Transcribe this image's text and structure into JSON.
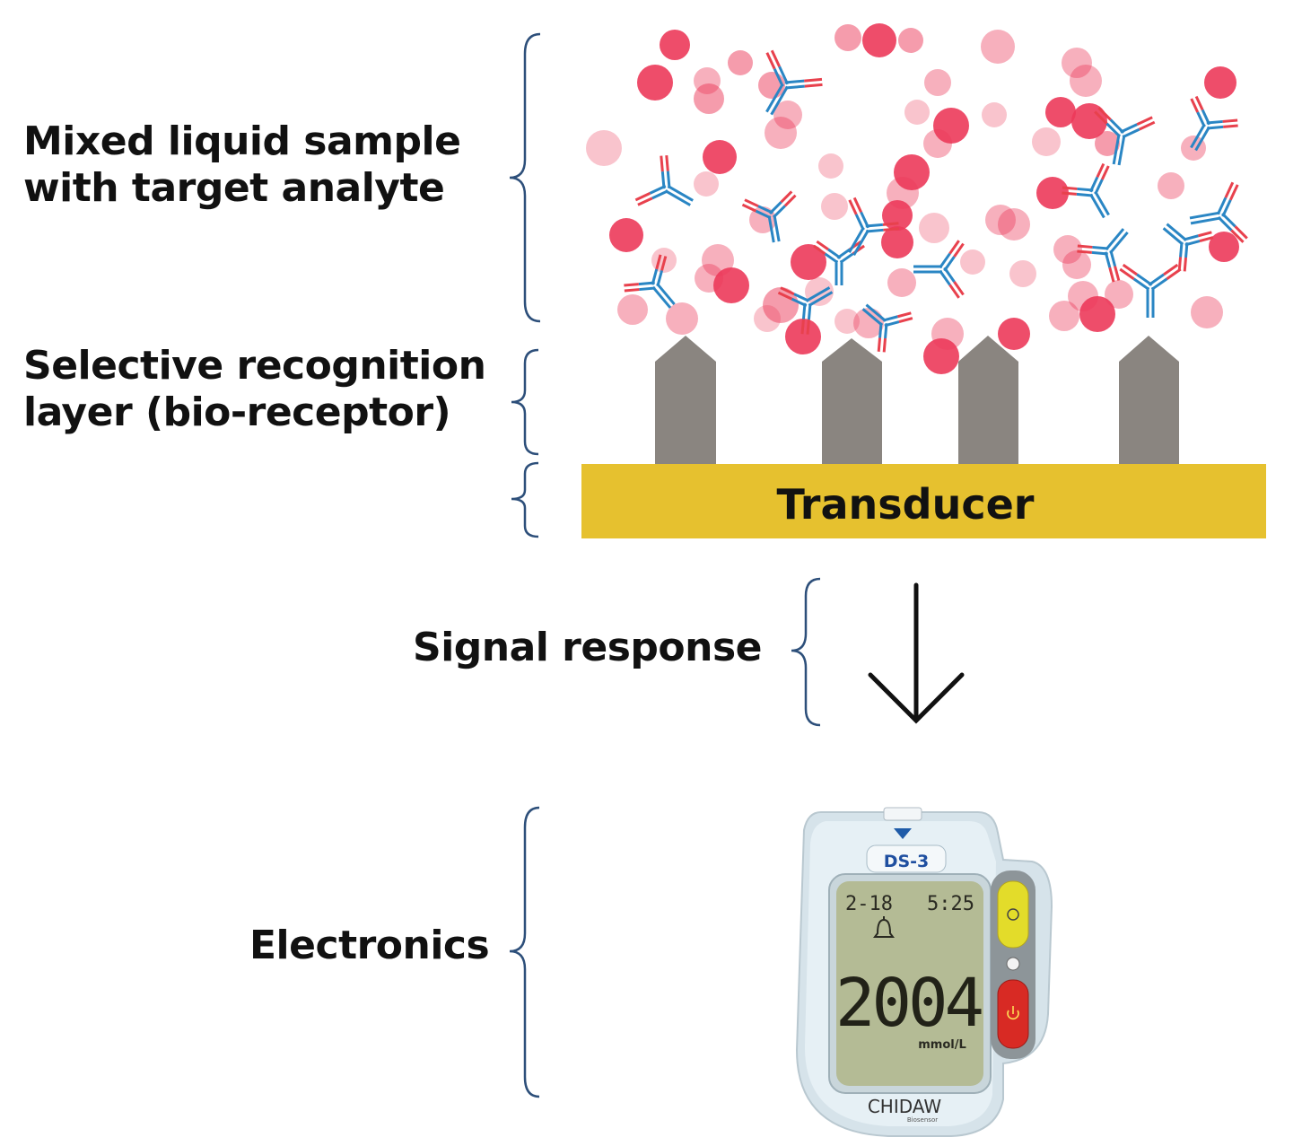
{
  "labels": {
    "sample_line1": "Mixed liquid sample",
    "sample_line2": "with target analyte",
    "recognition_line1": "Selective recognition",
    "recognition_line2": "layer (bio-receptor)",
    "transducer": "Transducer",
    "signal": "Signal response",
    "electronics": "Electronics"
  },
  "device": {
    "model": "DS-3",
    "date": "2-18",
    "time": "5:25",
    "reading": "2004",
    "unit": "mmol/L",
    "brand": "CHIDAW",
    "brand_sub": "Biosensor"
  },
  "colors": {
    "analyte": "#ec3a5a",
    "antibody_blue": "#2a86c4",
    "antibody_red": "#e8414d",
    "receptor": "#8a8580",
    "transducer": "#e6c12f",
    "brace": "#2d4f7a",
    "arrow": "#111111"
  }
}
